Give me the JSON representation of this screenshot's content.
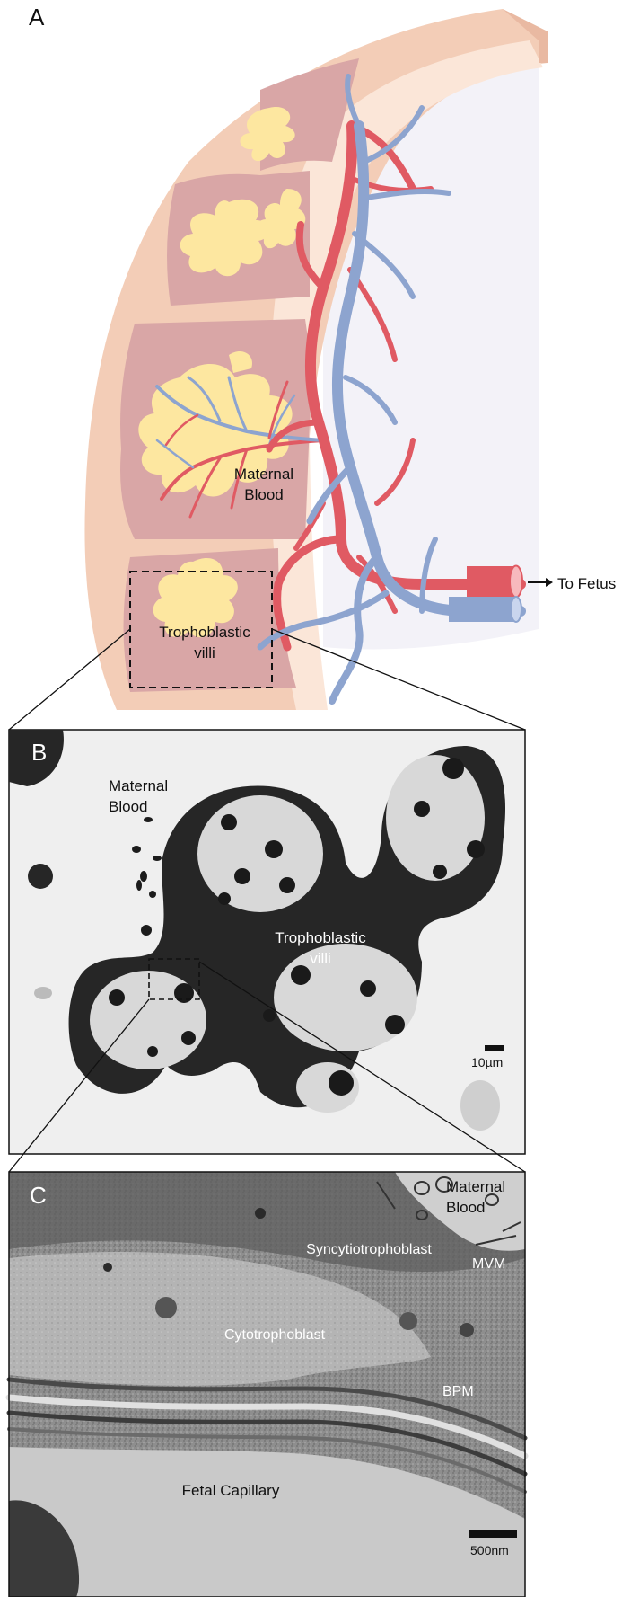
{
  "panel_a": {
    "letter": "A",
    "maternal_blood": [
      "Maternal",
      "Blood"
    ],
    "trophoblastic_villi": [
      "Trophoblastic",
      "villi"
    ],
    "to_fetus": "To Fetus"
  },
  "panel_b": {
    "letter": "B",
    "maternal_blood": [
      "Maternal",
      "Blood"
    ],
    "trophoblastic_villi": [
      "Trophoblastic",
      "villi"
    ],
    "scale_bar": "10µm"
  },
  "panel_c": {
    "letter": "C",
    "maternal_blood": [
      "Maternal",
      "Blood"
    ],
    "syncytiotrophoblast": "Syncytiotrophoblast",
    "mvm": "MVM",
    "cytotrophoblast": "Cytotrophoblast",
    "bpm": "BPM",
    "fetal_capillary": "Fetal Capillary",
    "scale_bar": "500nm"
  },
  "colors": {
    "outer_wall": "#f3cdb7",
    "inner_wall": "#fbe6d8",
    "cotyledon": "#d9a6a6",
    "villi": "#fde7a0",
    "artery": "#e05a63",
    "vein": "#8da4cf",
    "vessel_bg": "#f3f2f8",
    "em_bg_b": "#efefef",
    "em_tissue": "#222222",
    "em_bg_c": "#9a9a9a"
  }
}
